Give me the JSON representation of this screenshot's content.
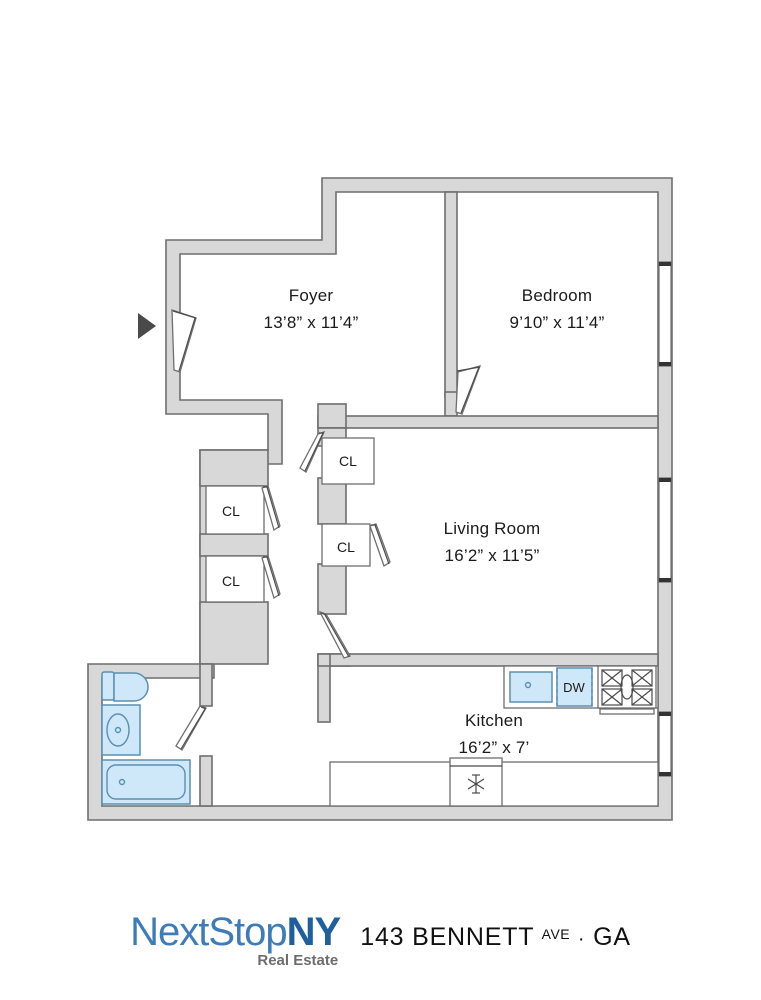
{
  "document": {
    "type": "floor-plan",
    "background_color": "#ffffff"
  },
  "plan": {
    "wall_fill": "#d8d8d8",
    "wall_stroke": "#6e6e6e",
    "fixture_fill": "#cfe8f9",
    "fixture_stroke": "#5b8fb0",
    "entry_arrow_color": "#4a4a4a"
  },
  "rooms": [
    {
      "id": "foyer",
      "name": "Foyer",
      "dimensions": "13’8” x 11’4”"
    },
    {
      "id": "bedroom",
      "name": "Bedroom",
      "dimensions": "9’10” x 11’4”"
    },
    {
      "id": "living_room",
      "name": "Living Room",
      "dimensions": "16’2” x 11’5”"
    },
    {
      "id": "kitchen",
      "name": "Kitchen",
      "dimensions": "16’2” x 7’"
    }
  ],
  "closets": [
    {
      "id": "closet-1",
      "label": "CL"
    },
    {
      "id": "closet-2",
      "label": "CL"
    },
    {
      "id": "closet-3",
      "label": "CL"
    },
    {
      "id": "closet-4",
      "label": "CL"
    }
  ],
  "appliances": {
    "dishwasher_label": "DW",
    "refrigerator_icon": "snowflake-icon",
    "range_icon": "four-burner-stove-icon",
    "sink_icon": "kitchen-sink-icon"
  },
  "bathroom_fixtures": {
    "toilet_icon": "toilet-icon",
    "vanity_icon": "sink-vanity-icon",
    "bathtub_icon": "bathtub-icon"
  },
  "footer": {
    "logo": {
      "part1": "NextStop",
      "part2": "NY",
      "tagline": "Real Estate",
      "color_part1": "#3d7cb8",
      "color_part2": "#1f5f9e",
      "color_tagline": "#6d6d6d"
    },
    "address": {
      "number_street": "143 BENNETT",
      "street_type": "AVE",
      "separator": "·",
      "unit": "GA",
      "full": "143 BENNETT AVE · GA"
    }
  }
}
